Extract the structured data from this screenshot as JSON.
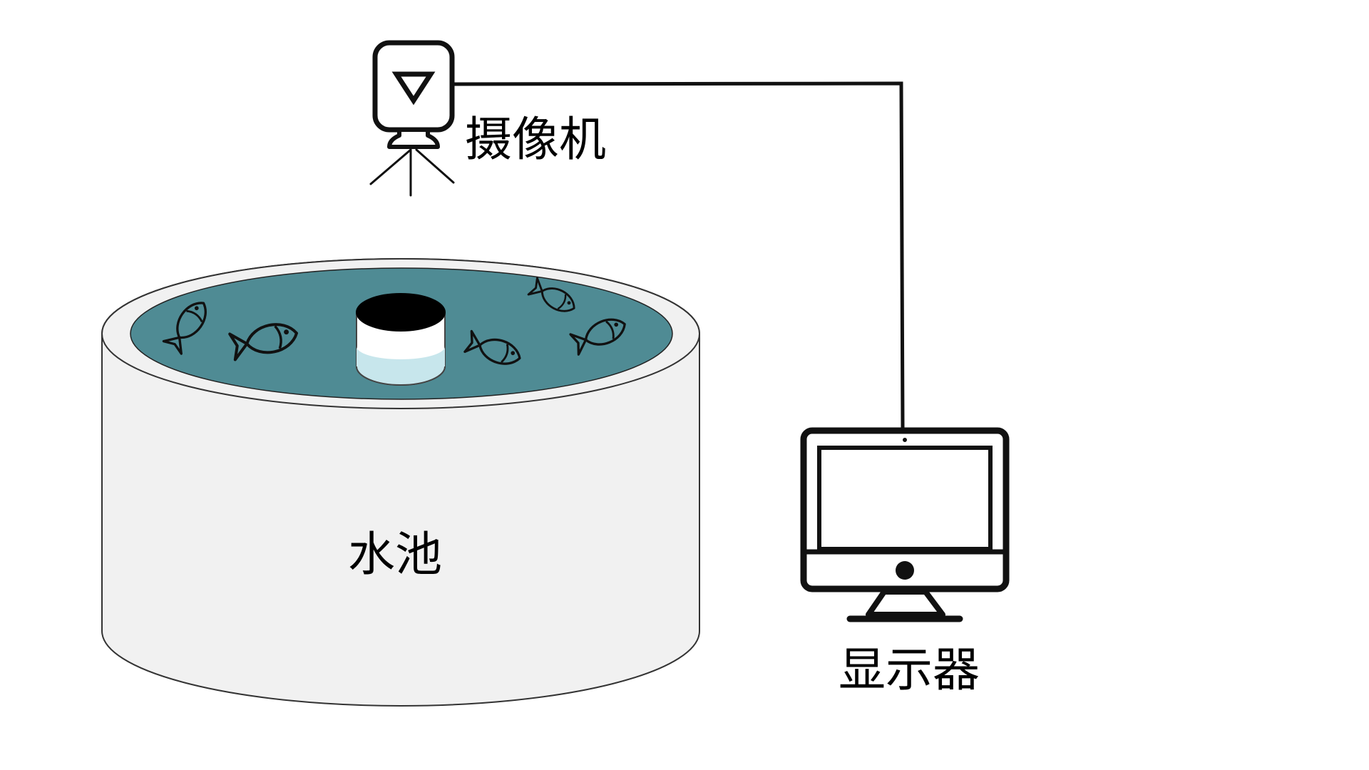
{
  "labels": {
    "camera": "摄像机",
    "pool": "水池",
    "monitor": "显示器"
  },
  "colors": {
    "water": "#4f8b94",
    "pool_wall": "#f1f1f1",
    "outline": "#111111",
    "sensor_light": "#c7e6ec"
  },
  "icons": {
    "camera": "camera-on-tripod-icon",
    "monitor": "desktop-monitor-icon",
    "fish": "fish-icon",
    "sensor": "cylindrical-sensor-icon"
  }
}
